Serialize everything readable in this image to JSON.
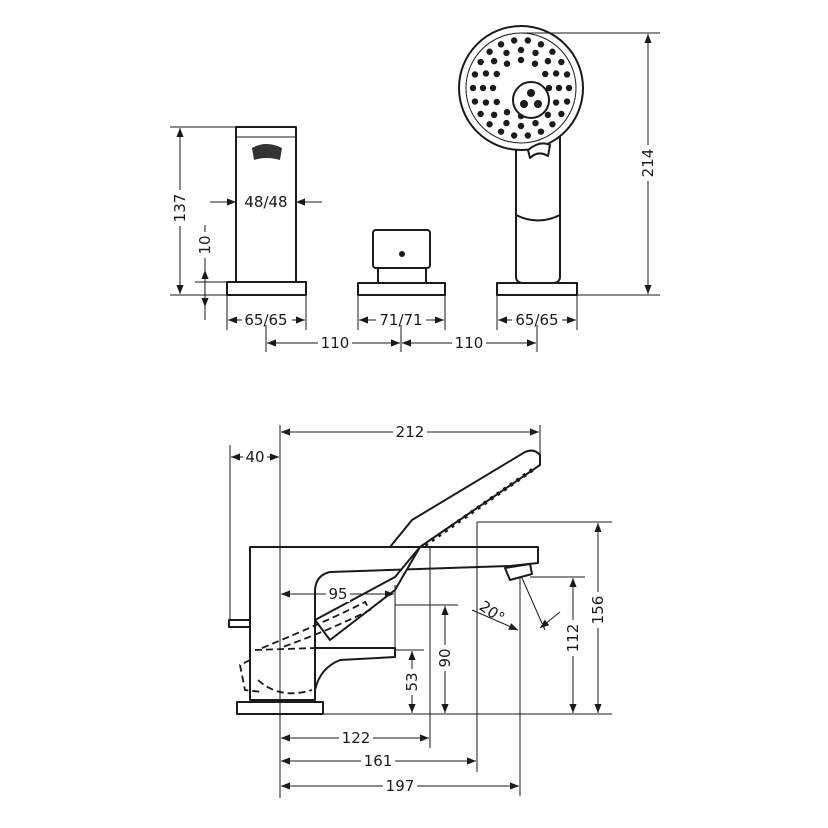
{
  "top_view": {
    "height_total": "137",
    "base_height": "10",
    "spout_width": "48/48",
    "spout_base": "65/65",
    "mixer_base": "71/71",
    "shower_base": "65/65",
    "spacing_left": "110",
    "spacing_right": "110",
    "shower_height": "214"
  },
  "side_view": {
    "overall_length": "212",
    "rear_offset": "40",
    "lever_reach": "95",
    "spray_angle": "20°",
    "lever_height": "90",
    "lever_base_height": "53",
    "spout_outlet_height": "112",
    "shower_holder_height": "156",
    "lever_length": "122",
    "holder_length": "161",
    "spout_length": "197"
  }
}
